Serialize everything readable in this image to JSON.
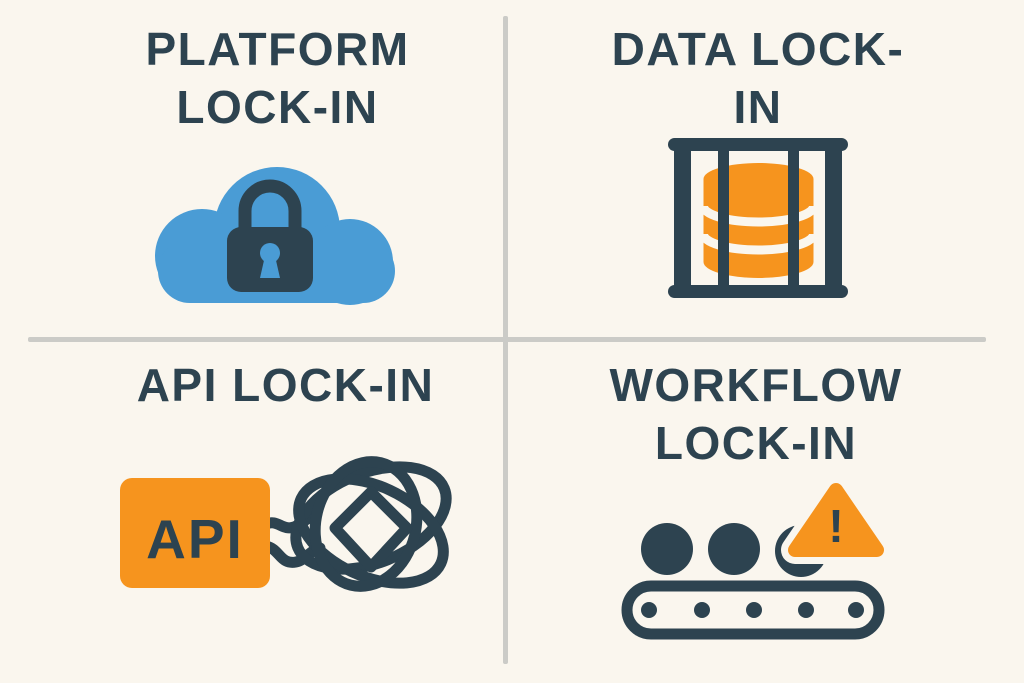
{
  "infographic": {
    "background": "#FAF6EE",
    "divider_color": "#CBCBC7",
    "colors": {
      "slate": "#2D4350",
      "blue": "#4A9CD5",
      "orange": "#F6941E",
      "cream": "#FAF6EE"
    },
    "quadrants": [
      {
        "id": "platform-lock-in",
        "title_lines": [
          "PLATFORM",
          "LOCK-IN"
        ],
        "icon": "cloud-padlock-icon"
      },
      {
        "id": "data-lock-in",
        "title_lines": [
          "DATA LOCK-",
          "IN"
        ],
        "icon": "caged-database-icon"
      },
      {
        "id": "api-lock-in",
        "title_lines": [
          "API LOCK-IN"
        ],
        "icon": "api-tangle-icon",
        "api_label": "API"
      },
      {
        "id": "workflow-lock-in",
        "title_lines": [
          "WORKFLOW",
          "LOCK-IN"
        ],
        "icon": "conveyor-warning-icon",
        "warning_mark": "!"
      }
    ]
  }
}
